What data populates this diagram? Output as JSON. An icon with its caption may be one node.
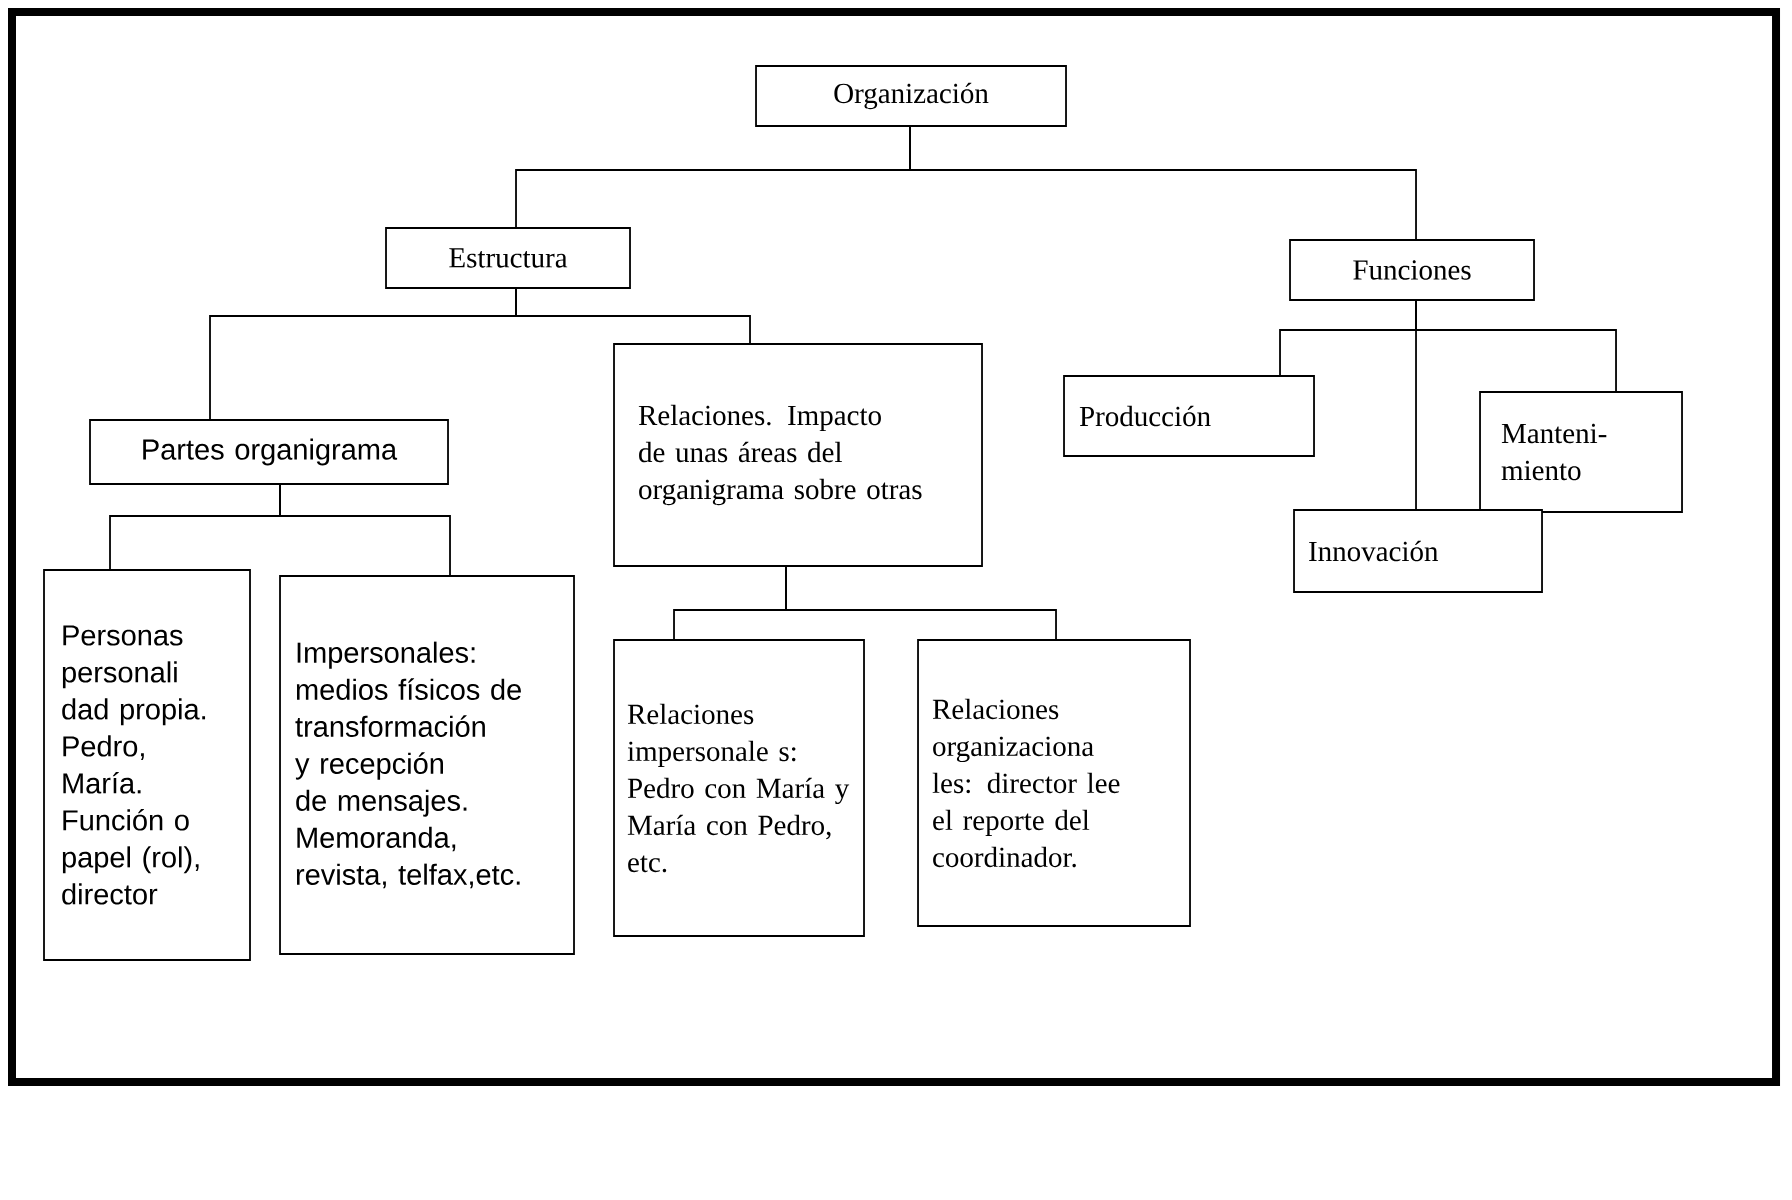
{
  "diagram": {
    "nodes": [
      {
        "text": [
          "Organización"
        ]
      },
      {
        "text": [
          "Estructura"
        ]
      },
      {
        "text": [
          "Funciones"
        ]
      },
      {
        "text": [
          "Partes organigrama"
        ]
      },
      {
        "text": [
          "Relaciones. Impacto de unas áreas del organigrama sobre otras"
        ]
      },
      {
        "text": [
          "Producción"
        ]
      },
      {
        "text": [
          "Manteni- miento"
        ]
      },
      {
        "text": [
          "Innovación"
        ]
      },
      {
        "text": [
          "Personas personali dad propia. Pedro, María. Función o papel (rol), director"
        ]
      },
      {
        "text": [
          "Impersonales: medios físicos de transformación y recepción de mensajes. Memoranda, revista, telfax,etc."
        ]
      },
      {
        "text": [
          "Relaciones impersonale s: Pedro con María y María con Pedro, etc."
        ]
      },
      {
        "text": [
          "Relaciones organizaciona les: director lee el reporte del coordinador."
        ]
      }
    ],
    "edges": [
      {
        "from": 0,
        "to": 1,
        "arrow": "none"
      },
      {
        "from": 0,
        "to": 2,
        "arrow": "none"
      },
      {
        "from": 1,
        "to": 3,
        "arrow": "none"
      },
      {
        "from": 1,
        "to": 4,
        "arrow": "none"
      },
      {
        "from": 2,
        "to": 5,
        "arrow": "none"
      },
      {
        "from": 2,
        "to": 7,
        "arrow": "none"
      },
      {
        "from": 2,
        "to": 6,
        "arrow": "none"
      },
      {
        "from": 3,
        "to": 8,
        "arrow": "none"
      },
      {
        "from": 3,
        "to": 9,
        "arrow": "none"
      },
      {
        "from": 4,
        "to": 10,
        "arrow": "none"
      },
      {
        "from": 4,
        "to": 11,
        "arrow": "none"
      }
    ]
  }
}
